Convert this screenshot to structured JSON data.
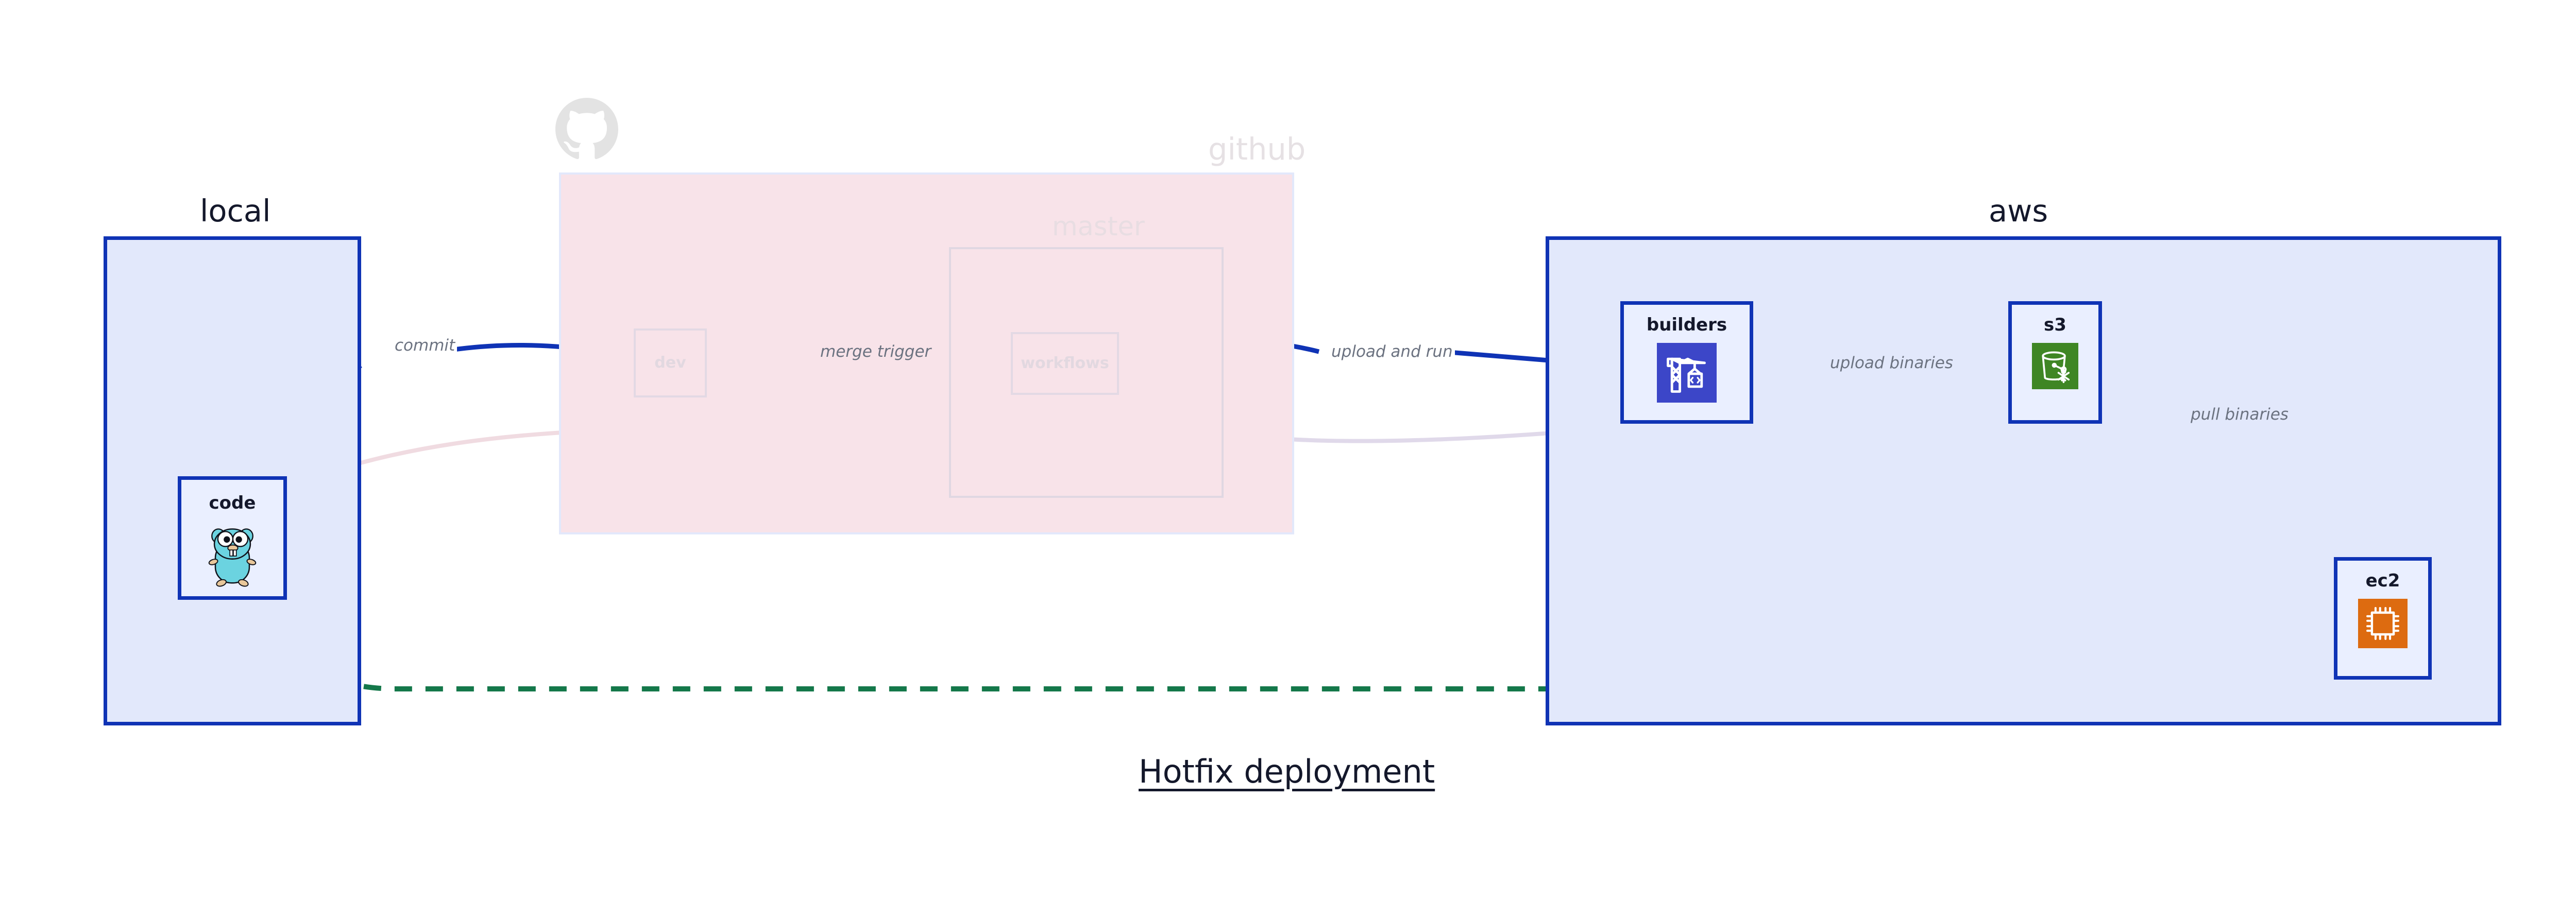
{
  "title": "Hotfix deployment",
  "colors": {
    "primary_blue": "#0f33b5",
    "group_blue_fill": "#e2e8fb",
    "node_blue_fill": "#eaefff",
    "github_pink_fill": "#f8e3e9",
    "faded_border": "#e3d9e4",
    "faded_text": "#e2d8e0",
    "edge_label_gray": "#6b7280",
    "green_dashed": "#14784a",
    "codebuild_indigo": "#3c46c8",
    "s3_green": "#3f8624",
    "ec2_orange": "#dd6b10",
    "gopher_cyan": "#6bd3e0",
    "github_logo_gray": "#e2e2e2"
  },
  "groups": [
    {
      "id": "local",
      "label": "local",
      "style": "solid"
    },
    {
      "id": "github",
      "label": "github",
      "style": "faded"
    },
    {
      "id": "aws",
      "label": "aws",
      "style": "solid"
    }
  ],
  "subgroups": [
    {
      "id": "master",
      "label": "master",
      "parent": "github",
      "style": "faded"
    }
  ],
  "nodes": [
    {
      "id": "code",
      "label": "code",
      "group": "local",
      "icon": "go-gopher-icon",
      "style": "solid"
    },
    {
      "id": "dev",
      "label": "dev",
      "group": "github",
      "icon": "none",
      "style": "faded"
    },
    {
      "id": "workflows",
      "label": "workflows",
      "group": "master",
      "icon": "none",
      "style": "faded"
    },
    {
      "id": "builders",
      "label": "builders",
      "group": "aws",
      "icon": "aws-codebuild-icon",
      "style": "solid"
    },
    {
      "id": "s3",
      "label": "s3",
      "group": "aws",
      "icon": "aws-s3-icon",
      "style": "solid"
    },
    {
      "id": "ec2",
      "label": "ec2",
      "group": "aws",
      "icon": "aws-ec2-icon",
      "style": "solid"
    }
  ],
  "edges": [
    {
      "id": "e1",
      "from": "code",
      "to": "dev",
      "label": "commit",
      "style": "solid-blue",
      "label_bg": "white"
    },
    {
      "id": "e2",
      "from": "dev",
      "to": "workflows",
      "label": "merge trigger",
      "style": "solid-blue",
      "label_bg": "pink"
    },
    {
      "id": "e3",
      "from": "workflows",
      "to": "builders",
      "label": "upload and run",
      "style": "solid-blue",
      "label_bg": "white"
    },
    {
      "id": "e4",
      "from": "builders",
      "to": "s3",
      "label": "upload binaries",
      "style": "solid-blue",
      "label_bg": "blue"
    },
    {
      "id": "e5",
      "from": "s3",
      "to": "ec2",
      "label": "pull binaries",
      "style": "solid-blue",
      "label_bg": "blue"
    },
    {
      "id": "e6",
      "from": "code",
      "to": "ec2",
      "label": "",
      "style": "dashed-green",
      "label_bg": "none"
    },
    {
      "id": "e7",
      "from": "code",
      "to": "dev",
      "label": "",
      "style": "faded-pink",
      "label_bg": "none"
    },
    {
      "id": "e8",
      "from": "dev",
      "to": "workflows",
      "label": "",
      "style": "faded-pink",
      "label_bg": "none"
    },
    {
      "id": "e9",
      "from": "workflows",
      "to": "builders",
      "label": "",
      "style": "faded-pink",
      "label_bg": "none"
    }
  ],
  "icons": {
    "github": "github-octocat-icon"
  }
}
